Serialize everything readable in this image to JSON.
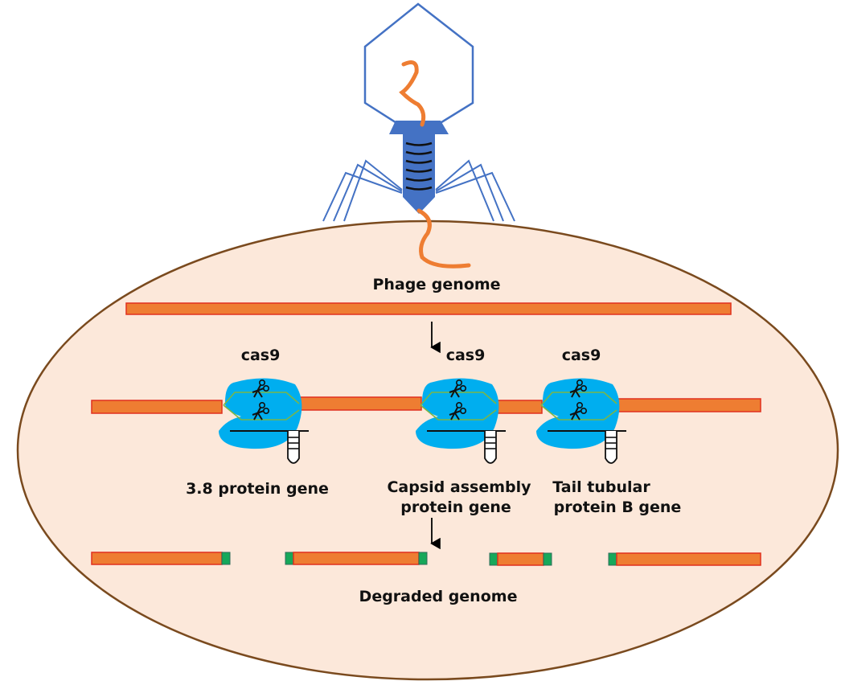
{
  "labels": {
    "phage_genome": "Phage genome",
    "cas9": "cas9",
    "gene_1": "3.8 protein gene",
    "gene_2_line1": "Capsid assembly",
    "gene_2_line2": "protein gene",
    "gene_3_line1": "Tail tubular",
    "gene_3_line2": "protein B gene",
    "degraded": "Degraded genome"
  },
  "colors": {
    "cell_fill": "#fce8da",
    "cell_border": "#7a4a1e",
    "dna_fill": "#ee7d32",
    "dna_border": "#e0301e",
    "cas9_fill": "#00aeef",
    "guide_rna": "#7ab648",
    "cut_end": "#16a85a",
    "phage": "#4472c4"
  },
  "cas9_complexes": [
    {
      "target": "3.8 protein gene"
    },
    {
      "target": "Capsid assembly protein gene"
    },
    {
      "target": "Tail tubular protein B gene"
    }
  ]
}
